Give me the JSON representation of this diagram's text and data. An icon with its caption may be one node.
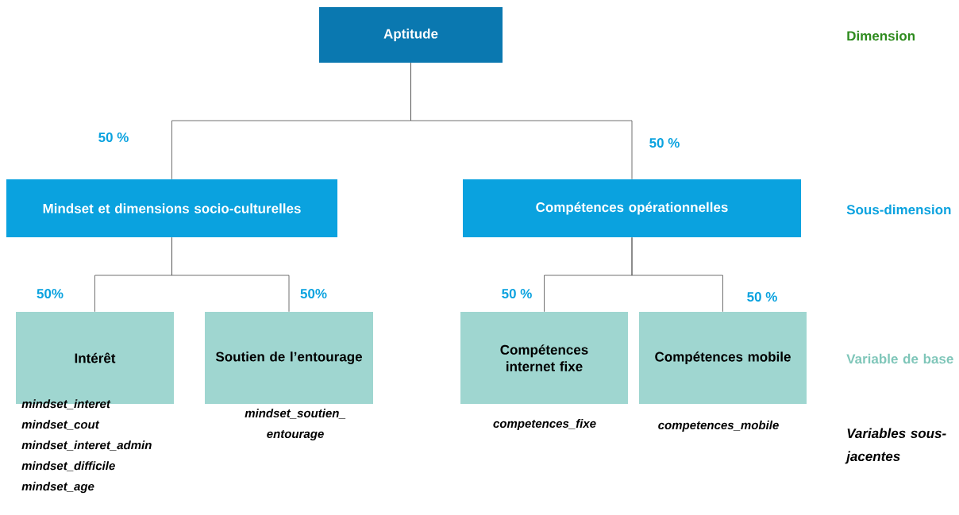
{
  "diagram": {
    "nodes": [
      {
        "text": [
          "Aptitude"
        ]
      },
      {
        "text": [
          "Mindset et dimensions socio-culturelles"
        ]
      },
      {
        "text": [
          "Compétences opérationnelles"
        ]
      },
      {
        "text": [
          "Intérêt"
        ],
        "beside": [
          "mindset_interet",
          "mindset_cout",
          "mindset_interet_admin",
          "mindset_difficile",
          "mindset_age"
        ]
      },
      {
        "text": [
          "Soutien de l’entourage"
        ],
        "beside": [
          "mindset_soutien_ entourage"
        ]
      },
      {
        "text": [
          "Compétences internet fixe"
        ],
        "beside": [
          "competences_fixe"
        ]
      },
      {
        "text": [
          "Compétences mobile"
        ],
        "beside": [
          "competences_mobile"
        ]
      }
    ],
    "edges": [
      {
        "from": 0,
        "to": 1,
        "arrow": "none",
        "label": "50 %"
      },
      {
        "from": 0,
        "to": 2,
        "arrow": "none",
        "label": "50 %"
      },
      {
        "from": 1,
        "to": 3,
        "arrow": "none",
        "label": "50%"
      },
      {
        "from": 1,
        "to": 4,
        "arrow": "none",
        "label": "50%"
      },
      {
        "from": 2,
        "to": 5,
        "arrow": "none",
        "label": "50 %"
      },
      {
        "from": 2,
        "to": 6,
        "arrow": "none",
        "label": "50 %"
      }
    ],
    "labels": [
      "Dimension",
      "Sous-dimension",
      "Variable de base",
      "Variables sous-jacentes"
    ]
  }
}
